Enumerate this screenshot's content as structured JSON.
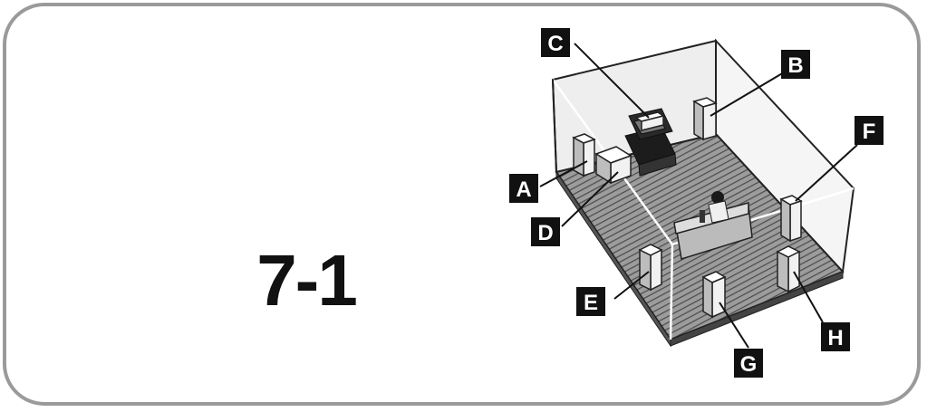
{
  "configuration": "7-1",
  "speaker_labels": [
    "A",
    "B",
    "C",
    "D",
    "E",
    "F",
    "G",
    "H"
  ]
}
